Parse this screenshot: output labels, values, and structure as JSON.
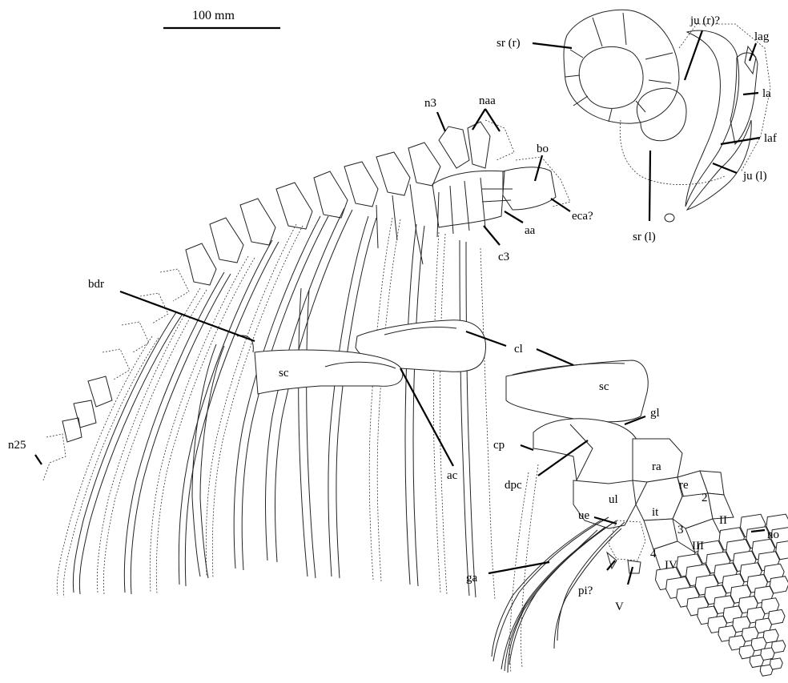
{
  "scale_bar": {
    "label": "100 mm"
  },
  "labels": {
    "sr_r": "sr (r)",
    "ju_r": "ju (r)?",
    "lag": "lag",
    "la": "la",
    "laf": "laf",
    "ju_l": "ju (l)",
    "sr_l": "sr (l)",
    "n3": "n3",
    "naa": "naa",
    "bo": "bo",
    "eca": "eca?",
    "aa": "aa",
    "c3": "c3",
    "bdr": "bdr",
    "cl": "cl",
    "sc_body": "sc",
    "sc_limb": "sc",
    "ac": "ac",
    "gl": "gl",
    "cp": "cp",
    "dpc": "dpc",
    "ra": "ra",
    "re": "re",
    "it": "it",
    "ul": "ul",
    "ue": "ue",
    "n25": "n25",
    "ga": "ga",
    "pi": "pi?",
    "V": "V",
    "no": "no",
    "d2": "2",
    "d3": "3",
    "d4": "4",
    "dII": "II",
    "dIII": "III",
    "dIV": "IV"
  }
}
